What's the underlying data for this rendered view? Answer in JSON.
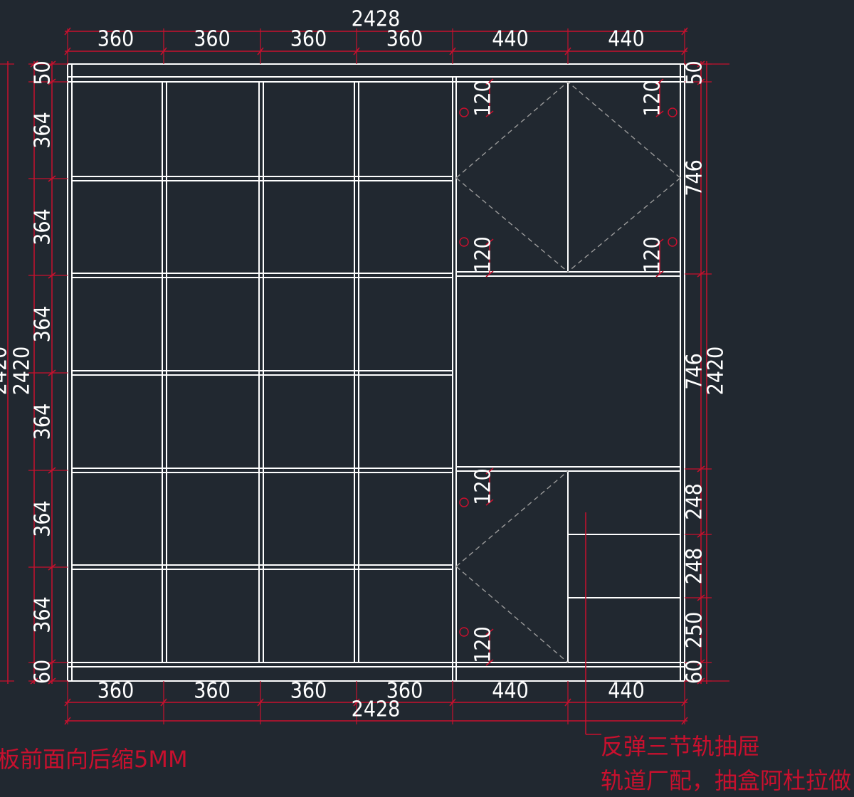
{
  "drawing": {
    "overall_width": "2428",
    "overall_height": "2420",
    "top_dims": [
      "360",
      "360",
      "360",
      "360",
      "440",
      "440"
    ],
    "bottom_dims": [
      "360",
      "360",
      "360",
      "360",
      "440",
      "440"
    ],
    "left_dims": [
      "50",
      "364",
      "364",
      "364",
      "364",
      "364",
      "364",
      "60"
    ],
    "left_partial_label": "2420",
    "right_dims": [
      "50",
      "746",
      "746",
      "248",
      "248",
      "250",
      "60"
    ],
    "hole_dims": [
      "120",
      "120",
      "120",
      "120",
      "120",
      "120"
    ]
  },
  "notes": {
    "left_note": "板前面向后缩5MM",
    "drawer_note_1": "反弹三节轨抽屉",
    "drawer_note_2": "轨道厂配，抽盒阿杜拉做"
  },
  "colors": {
    "background": "#212830",
    "panel": "#ffffff",
    "dimension": "#c8102e",
    "dashed": "#9a9a9a"
  }
}
